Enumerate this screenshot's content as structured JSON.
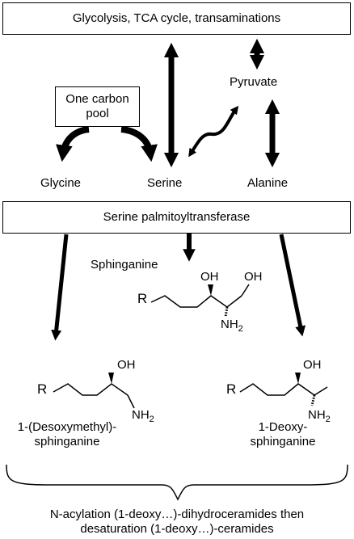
{
  "diagram": {
    "top_box": "Glycolysis, TCA cycle, transaminations",
    "pyruvate": "Pyruvate",
    "one_carbon_pool_line1": "One carbon",
    "one_carbon_pool_line2": "pool",
    "glycine": "Glycine",
    "serine": "Serine",
    "alanine": "Alanine",
    "spt_box": "Serine palmitoyltransferase",
    "sphinganine": "Sphinganine",
    "desoxymethyl_line1": "1-(Desoxymethyl)-",
    "desoxymethyl_line2": "sphinganine",
    "deoxy_line1": "1-Deoxy-",
    "deoxy_line2": "sphinganine",
    "footer_line1": "N-acylation (1-deoxy…)-dihydroceramides then",
    "footer_line2": "desaturation (1-deoxy…)-ceramides",
    "chem": {
      "r": "R",
      "oh": "OH",
      "nh": "NH",
      "sub2": "2"
    }
  }
}
